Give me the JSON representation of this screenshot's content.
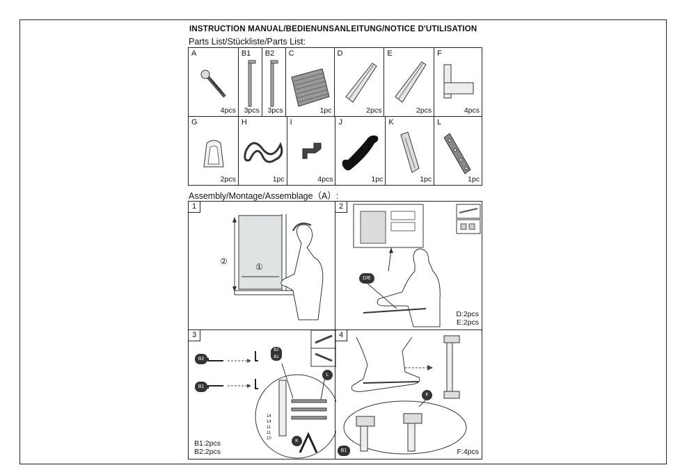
{
  "manual_title": "INSTRUCTION MANUAL/BEDIENUNSANLEITUNG/NOTICE D'UTILISATION",
  "parts_heading": "Parts List/Stückliste/Parts List:",
  "assembly_heading": "Assembly/Montage/Assemblage（A）:",
  "parts_row1": [
    {
      "letter": "A",
      "qty": "4pcs"
    },
    {
      "letter": "B1",
      "qty": "3pcs"
    },
    {
      "letter": "B2",
      "qty": "3pcs"
    },
    {
      "letter": "C",
      "qty": "1pc"
    },
    {
      "letter": "D",
      "qty": "2pcs"
    },
    {
      "letter": "E",
      "qty": "2pcs"
    },
    {
      "letter": "F",
      "qty": "4pcs"
    }
  ],
  "parts_row2": [
    {
      "letter": "G",
      "qty": "2pcs"
    },
    {
      "letter": "H",
      "qty": "1pc"
    },
    {
      "letter": "I",
      "qty": "4pcs"
    },
    {
      "letter": "J",
      "qty": "1pc"
    },
    {
      "letter": "K",
      "qty": "1pc"
    },
    {
      "letter": "L",
      "qty": "1pc"
    }
  ],
  "steps": {
    "s1": {
      "num": "1",
      "m1": "①",
      "m2": "②"
    },
    "s2": {
      "num": "2",
      "note1": "D:2pcs",
      "note2": "E:2pcs",
      "callout": "D/E"
    },
    "s3": {
      "num": "3",
      "note1": "B1:2pcs",
      "note2": "B2:2pcs",
      "c_b2": "B2",
      "c_b1": "B1",
      "c_l": "L",
      "c_k": "K",
      "c_b2b1": "B2 B1",
      "dims": [
        "14",
        "14",
        "11",
        "11",
        "10"
      ]
    },
    "s4": {
      "num": "4",
      "note1": "F:4pcs",
      "c_f": "F",
      "c_b1": "B1"
    }
  }
}
